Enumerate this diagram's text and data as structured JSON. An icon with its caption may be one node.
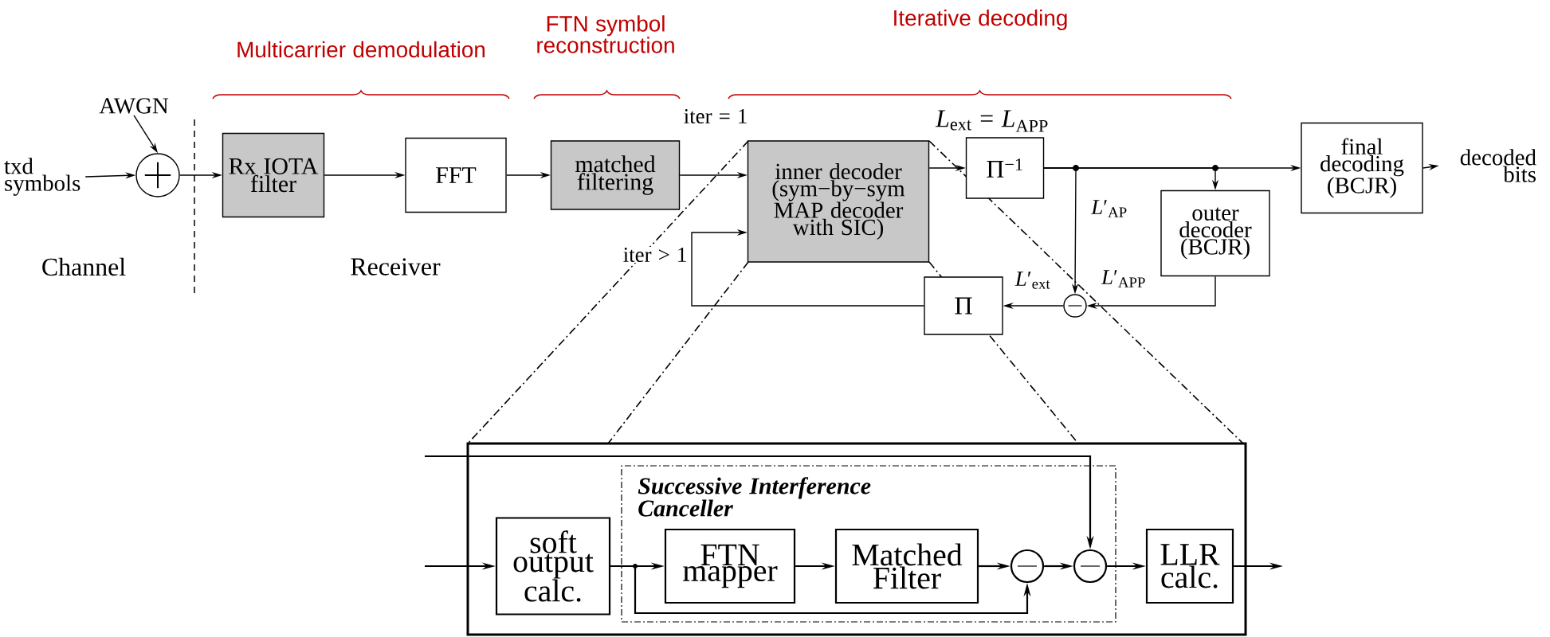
{
  "diagram": {
    "nodes": [
      {
        "text": [
          "txd symbols"
        ]
      },
      {
        "text": [
          "AWGN"
        ]
      },
      {
        "text": [],
        "shape": "circle"
      },
      {
        "text": [
          "Rx IOTA filter"
        ]
      },
      {
        "text": [
          "FFT"
        ]
      },
      {
        "text": [
          "matched filtering"
        ]
      },
      {
        "text": [
          "inner decoder (sym−by−sym MAP decoder with SIC)"
        ]
      },
      {
        "text": [
          "Π$^{−1}$"
        ]
      },
      {
        "text": [
          "final decoding (BCJR)"
        ]
      },
      {
        "text": [
          "decoded bits"
        ]
      },
      {
        "text": [
          "outer decoder (BCJR)"
        ]
      },
      {
        "text": [],
        "shape": "circle"
      },
      {
        "text": [
          "Π"
        ]
      },
      {
        "text": [],
        "shape": "box"
      },
      {
        "text": [
          "Successive Interference Canceller"
        ],
        "in": 13
      },
      {
        "text": [
          "soft output calc."
        ],
        "in": 13
      },
      {
        "text": [
          "FTN mapper"
        ],
        "in": 14
      },
      {
        "text": [
          "Matched Filter"
        ],
        "in": 14
      },
      {
        "text": [],
        "shape": "circle",
        "in": 14
      },
      {
        "text": [],
        "shape": "circle",
        "in": 14
      },
      {
        "text": [
          "LLR calc."
        ],
        "in": 13
      }
    ],
    "edges": [
      {
        "from": 0,
        "to": 2,
        "arrow": "to"
      },
      {
        "from": 1,
        "to": 2,
        "arrow": "to"
      },
      {
        "from": 2,
        "to": 3,
        "arrow": "to"
      },
      {
        "from": 3,
        "to": 4,
        "arrow": "to"
      },
      {
        "from": 4,
        "to": 5,
        "arrow": "to"
      },
      {
        "from": 5,
        "to": 6,
        "arrow": "to",
        "label": "iter = 1"
      },
      {
        "from": 6,
        "to": 7,
        "arrow": "to"
      },
      {
        "from": 7,
        "to": 8,
        "arrow": "to"
      },
      {
        "from": 7,
        "to": 10,
        "arrow": "to"
      },
      {
        "from": 7,
        "to": 11,
        "arrow": "to",
        "label": "*L*′$_{AP}$"
      },
      {
        "from": 10,
        "to": 11,
        "arrow": "to",
        "label": "*L*′$_{APP}$"
      },
      {
        "from": 11,
        "to": 12,
        "arrow": "to",
        "label": "*L*′$_{ext}$"
      },
      {
        "from": 12,
        "to": 6,
        "arrow": "to",
        "label": "iter > 1"
      },
      {
        "from": 8,
        "to": 9,
        "arrow": "to"
      },
      {
        "from": null,
        "to": 19,
        "arrow": "to"
      },
      {
        "from": null,
        "to": 15,
        "arrow": "to"
      },
      {
        "from": 15,
        "to": 16,
        "arrow": "to"
      },
      {
        "from": 15,
        "to": 18,
        "arrow": "to"
      },
      {
        "from": 16,
        "to": 17,
        "arrow": "to"
      },
      {
        "from": 17,
        "to": 18,
        "arrow": "to"
      },
      {
        "from": 18,
        "to": 19,
        "arrow": "to"
      },
      {
        "from": 19,
        "to": 20,
        "arrow": "to"
      },
      {
        "from": 20,
        "to": null,
        "arrow": "to"
      }
    ],
    "labels": [
      "Multicarrier demodulation",
      "FTN symbol reconstruction",
      "Iterative decoding",
      "*L*$_{ext}$ = *L*$_{APP}$",
      "Channel",
      "Receiver"
    ]
  }
}
